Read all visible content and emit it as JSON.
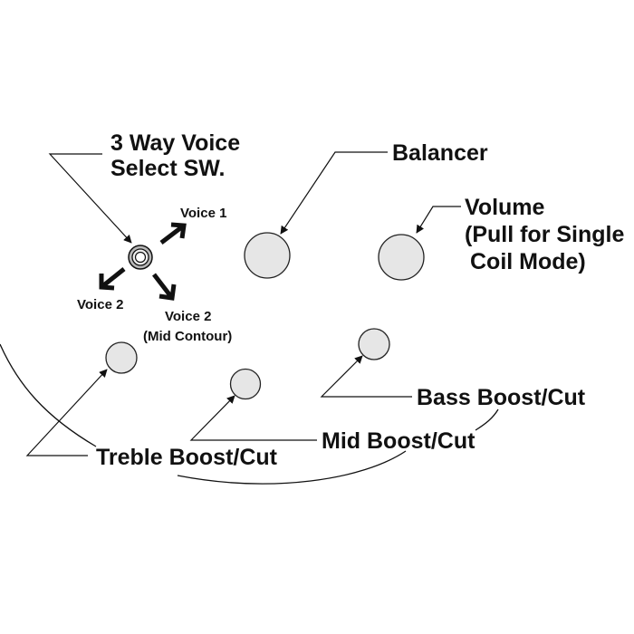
{
  "labels": {
    "voice_switch": [
      "3 Way Voice",
      "Select SW."
    ],
    "balancer": "Balancer",
    "volume": [
      "Volume",
      "(Pull for Single",
      "Coil Mode)"
    ],
    "voice1": "Voice 1",
    "voice2_left": "Voice 2",
    "voice2_mid": [
      "Voice 2",
      "(Mid Contour)"
    ],
    "treble": "Treble Boost/Cut",
    "mid": "Mid Boost/Cut",
    "bass": "Bass Boost/Cut"
  },
  "icons": {
    "selector": "rotary-selector-switch-icon",
    "arrow": "arrow-icon"
  },
  "colors": {
    "ink": "#111111",
    "knob_fill": "#e6e6e6",
    "background": "#ffffff"
  }
}
